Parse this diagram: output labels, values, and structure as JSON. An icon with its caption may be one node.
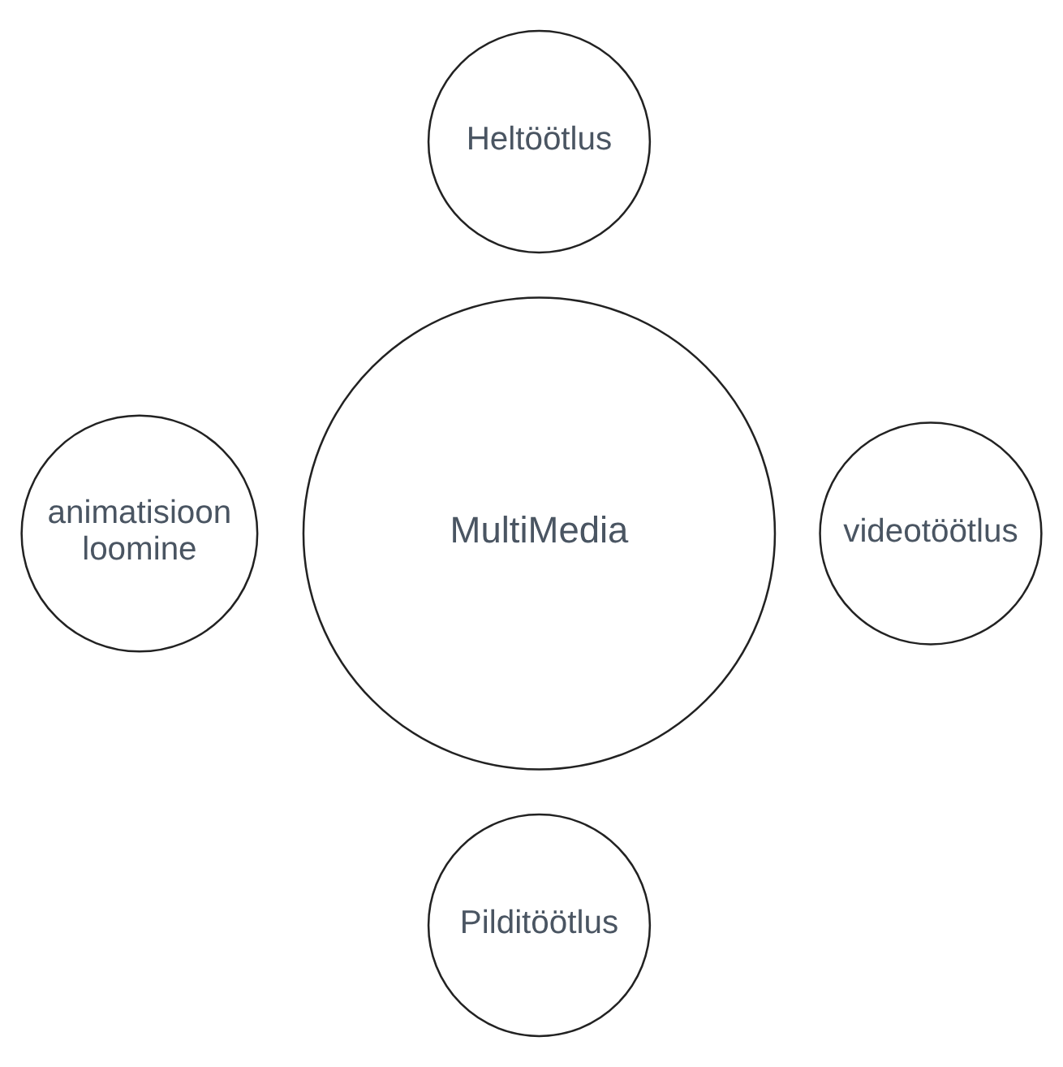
{
  "diagram": {
    "nodes": [
      {
        "text": [
          "MultiMedia"
        ]
      },
      {
        "text": [
          "Heltöötlus"
        ]
      },
      {
        "text": [
          "animatisioon loomine"
        ]
      },
      {
        "text": [
          "videotöötlus"
        ]
      },
      {
        "text": [
          "Pilditöötlus"
        ]
      }
    ]
  }
}
